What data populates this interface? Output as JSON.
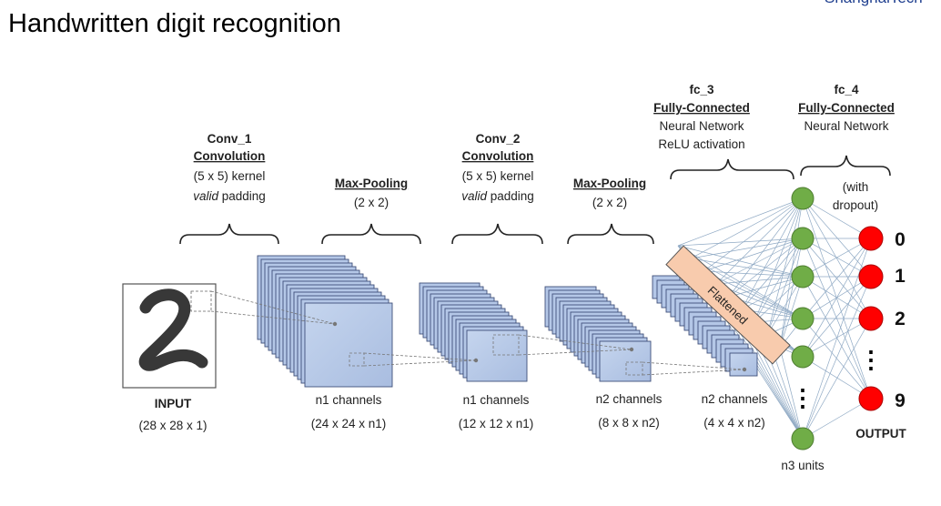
{
  "page": {
    "title": "Handwritten digit recognition",
    "logo_text": "ShanghaiTech"
  },
  "diagram": {
    "layers": {
      "conv1": {
        "name": "Conv_1",
        "type": "Convolution",
        "kernel": "(5 x 5) kernel",
        "padding_em": "valid",
        "padding_rest": " padding"
      },
      "pool1": {
        "type": "Max-Pooling",
        "size": "(2 x 2)"
      },
      "conv2": {
        "name": "Conv_2",
        "type": "Convolution",
        "kernel": "(5 x 5) kernel",
        "padding_em": "valid",
        "padding_rest": " padding"
      },
      "pool2": {
        "type": "Max-Pooling",
        "size": "(2 x 2)"
      },
      "fc3": {
        "name": "fc_3",
        "type": "Fully-Connected",
        "line1": "Neural Network",
        "line2": "ReLU activation"
      },
      "fc4": {
        "name": "fc_4",
        "type": "Fully-Connected",
        "line1": "Neural Network",
        "dropout1": "(with",
        "dropout2": "dropout)"
      }
    },
    "flattened_label": "Flattened",
    "bottom_labels": {
      "input": {
        "title": "INPUT",
        "dims": "(28 x 28 x 1)"
      },
      "block1": {
        "title": "n1 channels",
        "dims": "(24 x 24 x n1)"
      },
      "block2": {
        "title": "n1 channels",
        "dims": "(12 x 12 x n1)"
      },
      "block3": {
        "title": "n2 channels",
        "dims": "(8 x 8 x n2)"
      },
      "block4": {
        "title": "n2 channels",
        "dims": "(4 x 4 x n2)"
      },
      "units": "n3 units",
      "output": "OUTPUT"
    },
    "output_digits": [
      "0",
      "1",
      "2",
      "9"
    ],
    "ellipsis": "⋮",
    "colors": {
      "feature_map": "#b4c7e7",
      "feature_edge": "#3f4f7a",
      "hidden_node": "#70ad47",
      "output_node": "#ff0000",
      "flattened_fill": "#f8cbad",
      "connection": "#8fa9c4"
    }
  }
}
